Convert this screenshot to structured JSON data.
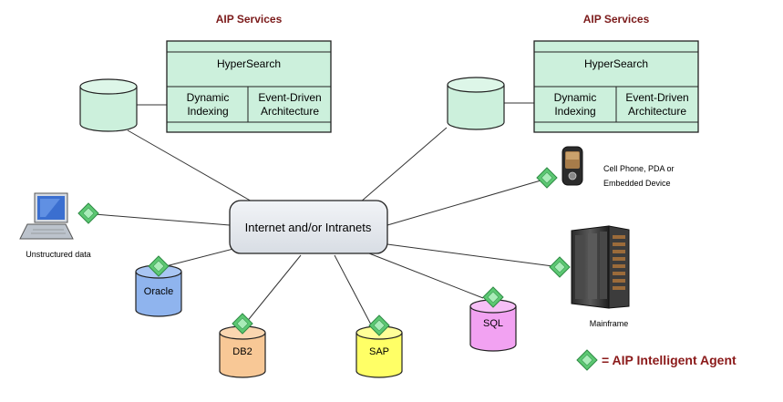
{
  "services": [
    {
      "title": "AIP Services",
      "top_label": "HyperSearch",
      "left_label": [
        "Dynamic",
        "Indexing"
      ],
      "right_label": [
        "Event-Driven",
        "Architecture"
      ]
    },
    {
      "title": "AIP Services",
      "top_label": "HyperSearch",
      "left_label": [
        "Dynamic",
        "Indexing"
      ],
      "right_label": [
        "Event-Driven",
        "Architecture"
      ]
    }
  ],
  "hub": {
    "label": "Internet and/or Intranets"
  },
  "nodes": {
    "laptop": "Unstructured data",
    "phone": [
      "Cell Phone, PDA or",
      "Embedded Device"
    ],
    "mainframe": "Mainframe"
  },
  "databases": [
    {
      "label": "Oracle",
      "color": "#8fb4ee"
    },
    {
      "label": "DB2",
      "color": "#f8c896"
    },
    {
      "label": "SAP",
      "color": "#ffff66"
    },
    {
      "label": "SQL",
      "color": "#f2a2f2"
    }
  ],
  "legend": {
    "label": "= AIP Intelligent Agent"
  },
  "colors": {
    "service_fill": "#ccf0dc",
    "service_cylinder": "#ccf0dc",
    "agent": "#5cc872",
    "hub_fill": "#e4e8ee",
    "title": "#7b1a1a"
  }
}
